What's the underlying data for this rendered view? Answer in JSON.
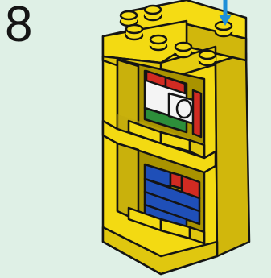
{
  "step": {
    "number": "8"
  },
  "colors": {
    "background": "#dff0e6",
    "brick_yellow": "#f3da12",
    "brick_yellow_shade": "#c9b10c",
    "brick_yellow_dark": "#a99300",
    "outline": "#141414",
    "arrow": "#1e90d8",
    "red": "#d12b22",
    "green": "#2d8f3a",
    "blue": "#1f4fb8",
    "white": "#f4f4f4",
    "gray": "#8a8a8a"
  },
  "illustration": {
    "description_icons": [
      "yellow-bookshelf",
      "white-brick",
      "red-brick",
      "green-brick",
      "blue-brick",
      "placement-arrow-icon"
    ]
  }
}
